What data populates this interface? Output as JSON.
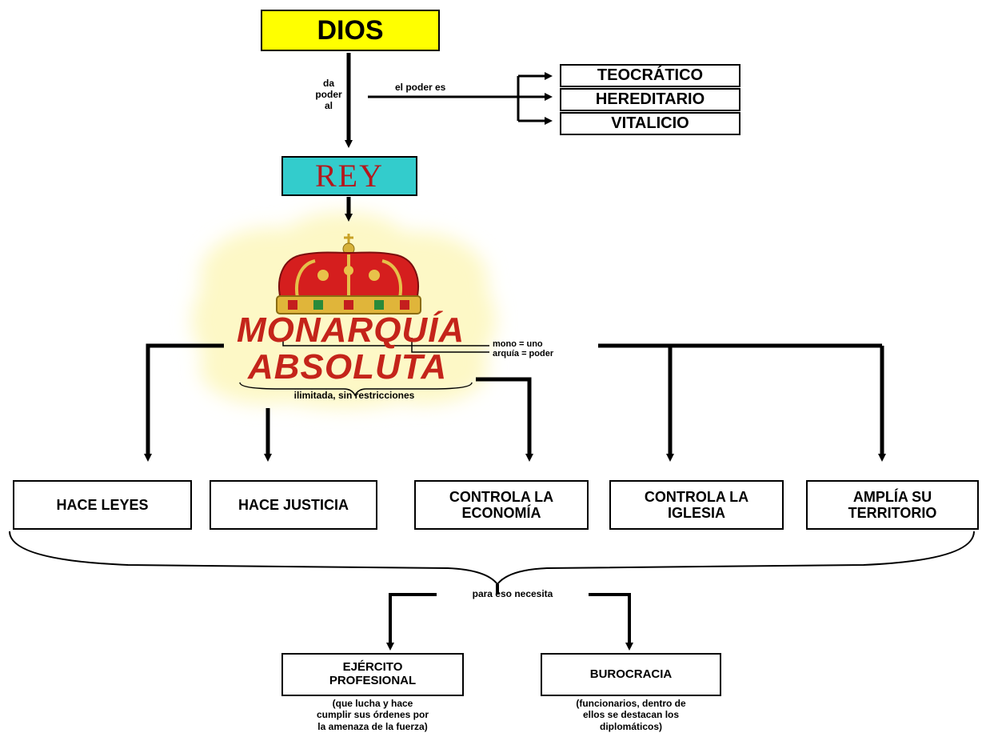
{
  "top": {
    "dios": "DIOS",
    "rey": "REY"
  },
  "labels": {
    "da_poder_al": [
      "da",
      "poder",
      "al"
    ],
    "el_poder_es": "el poder es",
    "mono": "mono = uno",
    "arquia": "arquía = poder",
    "ilimitada": "ilimitada, sin restricciones",
    "para_eso": "para  eso  necesita"
  },
  "power_types": [
    "TEOCRÁTICO",
    "HEREDITARIO",
    "VITALICIO"
  ],
  "monarquia": {
    "line1": "MONARQUÍA",
    "line2": "ABSOLUTA"
  },
  "functions": [
    [
      "HACE  LEYES"
    ],
    [
      "HACE JUSTICIA"
    ],
    [
      "CONTROLA  LA",
      "ECONOMÍA"
    ],
    [
      "CONTROLA LA",
      "IGLESIA"
    ],
    [
      "AMPLÍA SU",
      "TERRITORIO"
    ]
  ],
  "needs": {
    "ejercito": [
      "EJÉRCITO",
      "PROFESIONAL"
    ],
    "ejercito_desc": [
      "(que lucha y hace",
      "cumplir sus órdenes por",
      "la amenaza de la fuerza)"
    ],
    "burocracia": "BUROCRACIA",
    "burocracia_desc": [
      "(funcionarios, dentro de",
      "ellos se  destacan los",
      "diplomáticos)"
    ]
  },
  "colors": {
    "dios_bg": "#ffff00",
    "rey_bg": "#33cccc",
    "rey_text": "#b5171c",
    "title_red": "#c4241a",
    "cloud": "#fdf8c6"
  }
}
